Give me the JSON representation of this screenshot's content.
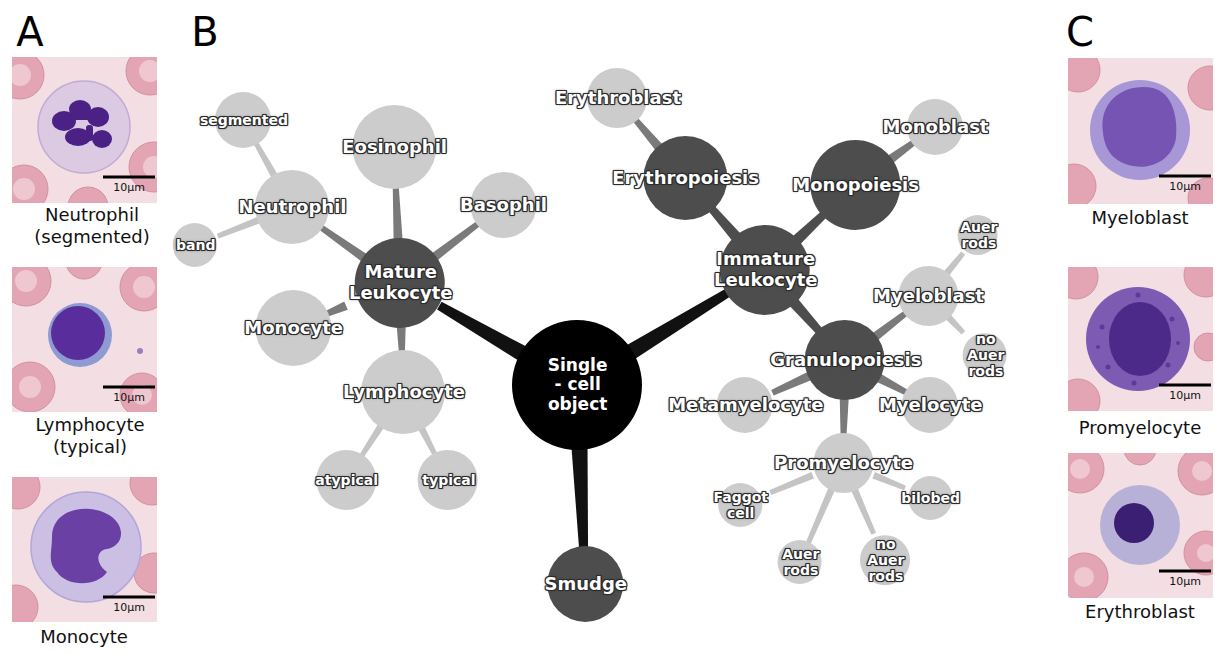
{
  "diagram": {
    "nodes": [
      {
        "text": [
          "Single - cell object"
        ]
      },
      {
        "text": [
          "Mature Leukocyte"
        ]
      },
      {
        "text": [
          "Neutrophil"
        ]
      },
      {
        "text": [
          "segmented"
        ]
      },
      {
        "text": [
          "band"
        ]
      },
      {
        "text": [
          "Eosinophil"
        ]
      },
      {
        "text": [
          "Basophil"
        ]
      },
      {
        "text": [
          "Monocyte"
        ]
      },
      {
        "text": [
          "Lymphocyte"
        ]
      },
      {
        "text": [
          "atypical"
        ]
      },
      {
        "text": [
          "typical"
        ]
      },
      {
        "text": [
          "Immature Leukocyte"
        ]
      },
      {
        "text": [
          "Erythropoiesis"
        ]
      },
      {
        "text": [
          "Erythroblast"
        ]
      },
      {
        "text": [
          "Monopoiesis"
        ]
      },
      {
        "text": [
          "Monoblast"
        ]
      },
      {
        "text": [
          "Granulopoiesis"
        ]
      },
      {
        "text": [
          "Myeloblast"
        ]
      },
      {
        "text": [
          "Auer rods"
        ]
      },
      {
        "text": [
          "no Auer rods"
        ]
      },
      {
        "text": [
          "Metamyelocyte"
        ]
      },
      {
        "text": [
          "Myelocyte"
        ]
      },
      {
        "text": [
          "Promyelocyte"
        ]
      },
      {
        "text": [
          "Faggot cell"
        ]
      },
      {
        "text": [
          "bilobed"
        ]
      },
      {
        "text": [
          "Auer rods"
        ]
      },
      {
        "text": [
          "no Auer rods"
        ]
      },
      {
        "text": [
          "Smudge"
        ]
      }
    ],
    "edges": [
      {
        "from": 0,
        "to": 1,
        "arrow": "none"
      },
      {
        "from": 0,
        "to": 11,
        "arrow": "none"
      },
      {
        "from": 0,
        "to": 27,
        "arrow": "none"
      },
      {
        "from": 1,
        "to": 2,
        "arrow": "none"
      },
      {
        "from": 2,
        "to": 3,
        "arrow": "none"
      },
      {
        "from": 2,
        "to": 4,
        "arrow": "none"
      },
      {
        "from": 1,
        "to": 5,
        "arrow": "none"
      },
      {
        "from": 1,
        "to": 6,
        "arrow": "none"
      },
      {
        "from": 1,
        "to": 7,
        "arrow": "none"
      },
      {
        "from": 1,
        "to": 8,
        "arrow": "none"
      },
      {
        "from": 8,
        "to": 9,
        "arrow": "none"
      },
      {
        "from": 8,
        "to": 10,
        "arrow": "none"
      },
      {
        "from": 11,
        "to": 12,
        "arrow": "none"
      },
      {
        "from": 12,
        "to": 13,
        "arrow": "none"
      },
      {
        "from": 11,
        "to": 14,
        "arrow": "none"
      },
      {
        "from": 14,
        "to": 15,
        "arrow": "none"
      },
      {
        "from": 11,
        "to": 16,
        "arrow": "none"
      },
      {
        "from": 16,
        "to": 17,
        "arrow": "none"
      },
      {
        "from": 17,
        "to": 18,
        "arrow": "none"
      },
      {
        "from": 17,
        "to": 19,
        "arrow": "none"
      },
      {
        "from": 16,
        "to": 20,
        "arrow": "none"
      },
      {
        "from": 16,
        "to": 21,
        "arrow": "none"
      },
      {
        "from": 16,
        "to": 22,
        "arrow": "none"
      },
      {
        "from": 22,
        "to": 23,
        "arrow": "none"
      },
      {
        "from": 22,
        "to": 24,
        "arrow": "none"
      },
      {
        "from": 22,
        "to": 25,
        "arrow": "none"
      },
      {
        "from": 22,
        "to": 26,
        "arrow": "none"
      }
    ],
    "labels": [
      "A",
      "B",
      "C",
      "10µm",
      "Neutrophil (segmented)",
      "10µm",
      "Lymphocyte (typical)",
      "10µm",
      "Monocyte",
      "10µm",
      "Myeloblast",
      "10µm",
      "Promyelocyte",
      "10µm",
      "Erythroblast"
    ]
  }
}
